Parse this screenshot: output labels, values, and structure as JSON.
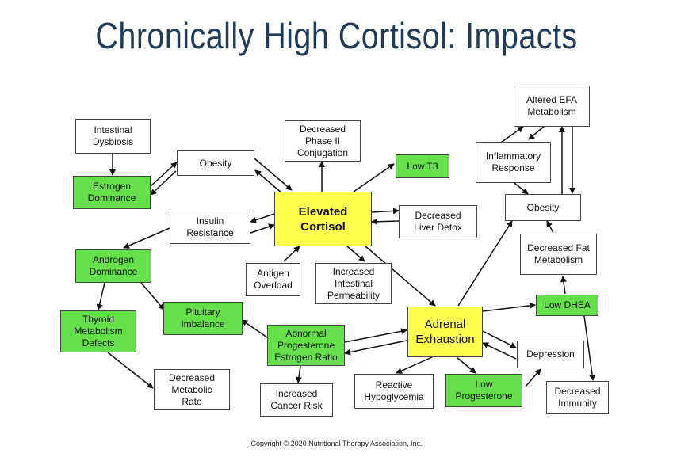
{
  "title": "Chronically High Cortisol: Impacts",
  "copyright": "Copyright © 2020 Nutritional Therapy Association, Inc.",
  "colors": {
    "title": "#1f3b57",
    "green": "#66e04a",
    "yellow": "#ffff4d"
  },
  "nodes": {
    "intestinal_dysbiosis": "Intestinal\nDysbiosis",
    "estrogen_dominance": "Estrogen\nDominance",
    "obesity_left": "Obesity",
    "decreased_phase2": "Decreased\nPhase II\nConjugation",
    "low_t3": "Low T3",
    "elevated_cortisol": "Elevated\nCortisol",
    "insulin_resistance": "Insulin\nResistance",
    "decreased_liver_detox": "Decreased\nLiver Detox",
    "androgen_dominance": "Androgen\nDominance",
    "antigen_overload": "Antigen\nOverload",
    "increased_intestinal_perm": "Increased\nIntestinal\nPermeability",
    "thyroid_metabolism": "Thyroid\nMetabolism\nDefects",
    "pituitary_imbalance": "Pituitary\nImbalance",
    "abnormal_progesterone": "Abnormal\nProgesterone\nEstrogen Ratio",
    "adrenal_exhaustion": "Adrenal\nExhaustion",
    "decreased_metabolic_rate": "Decreased\nMetabolic\nRate",
    "increased_cancer_risk": "Increased\nCancer Risk",
    "reactive_hypoglycemia": "Reactive\nHypoglycemia",
    "low_progesterone": "Low\nProgesterone",
    "depression": "Depression",
    "decreased_immunity": "Decreased\nImmunity",
    "altered_efa": "Altered EFA\nMetabolism",
    "inflammatory_response": "Inflammatory\nResponse",
    "obesity_right": "Obesity",
    "decreased_fat_metabolism": "Decreased Fat\nMetabolism",
    "low_dhea": "Low DHEA"
  }
}
